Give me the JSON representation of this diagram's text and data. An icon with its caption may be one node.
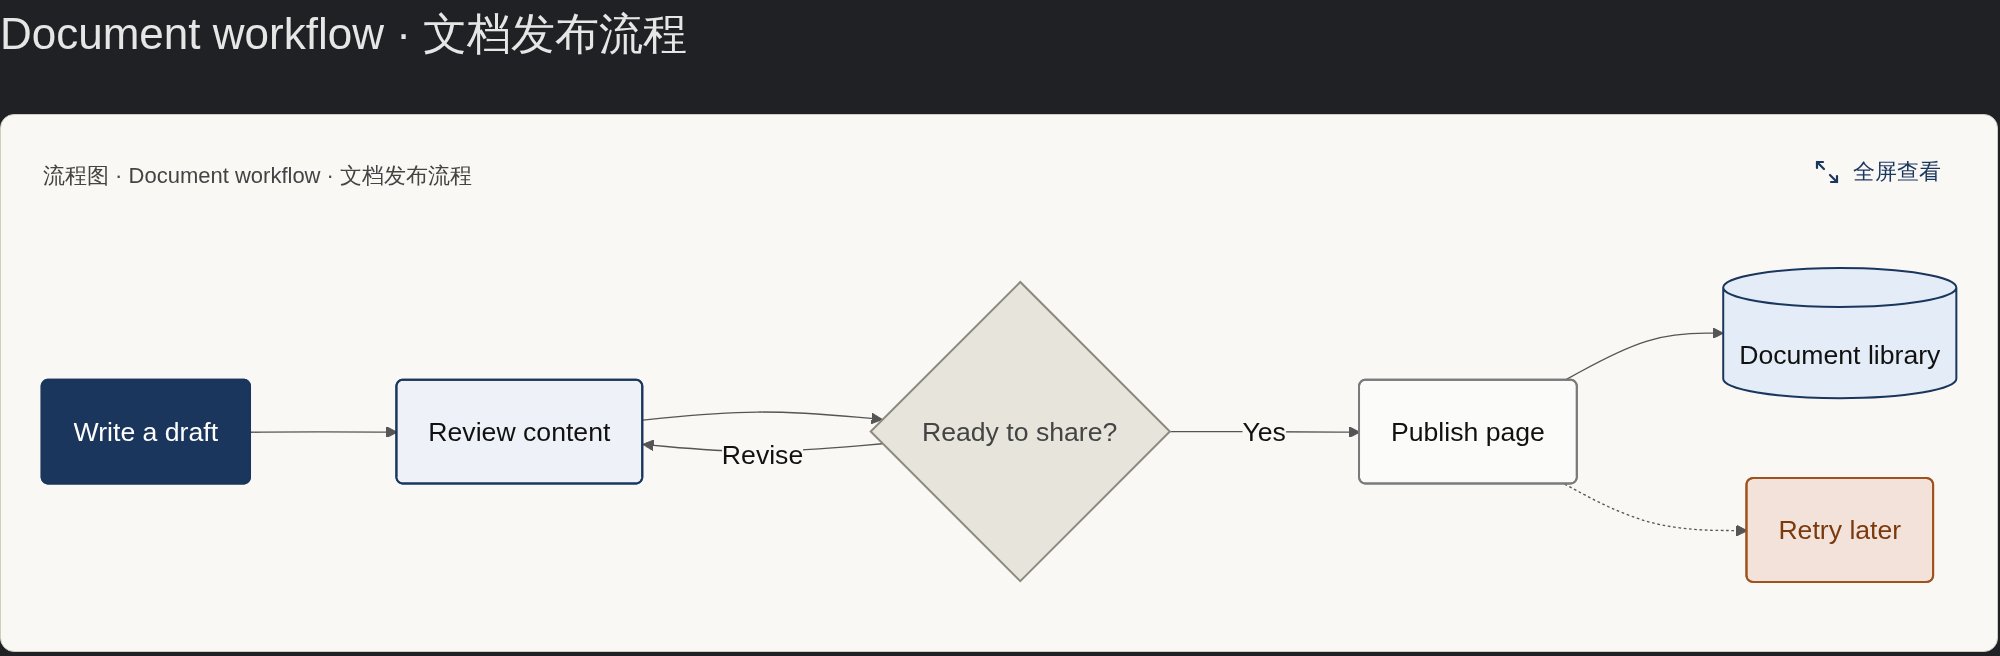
{
  "diagram": {
    "title": "Document workflow · 文档发布流程",
    "nodes": [
      {
        "text": [
          "Write a draft"
        ]
      },
      {
        "text": [
          "Review content"
        ]
      },
      {
        "text": [
          "Ready to share?"
        ]
      },
      {
        "text": [
          "Publish page"
        ]
      },
      {
        "text": [
          "Document library"
        ]
      },
      {
        "text": [
          "Retry later"
        ]
      }
    ],
    "edges": [
      {
        "from": 0,
        "to": 1,
        "arrow": "to"
      },
      {
        "from": 1,
        "to": 2,
        "arrow": "to"
      },
      {
        "from": 2,
        "to": 1,
        "arrow": "to",
        "label": "Revise"
      },
      {
        "from": 2,
        "to": 3,
        "arrow": "to",
        "label": "Yes"
      },
      {
        "from": 3,
        "to": 4,
        "arrow": "to"
      },
      {
        "from": 3,
        "to": 5,
        "arrow": "to",
        "style": "dashed"
      }
    ],
    "labels": [
      "流程图 · Document workflow · 文档发布流程",
      "全屏查看"
    ]
  }
}
